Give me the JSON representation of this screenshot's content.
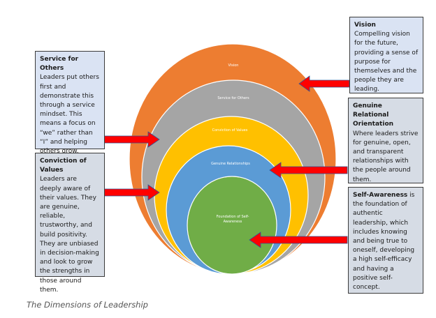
{
  "caption": "The Dimensions of Leadership",
  "colors": {
    "vision": "#ed7d31",
    "service": "#a5a5a5",
    "conviction": "#ffc000",
    "relationships": "#5b9bd5",
    "self_awareness": "#70ad47",
    "arrow": "#ff0000",
    "arrow_outline": "#2f5597"
  },
  "rings": [
    {
      "id": "vision",
      "label": "Vision"
    },
    {
      "id": "service",
      "label": "Service for Others"
    },
    {
      "id": "conviction",
      "label": "Conviction of Values"
    },
    {
      "id": "relationships",
      "label": "Genuine Relationships"
    },
    {
      "id": "self_awareness",
      "label_line1": "Foundation of Self-",
      "label_line2": "Awareness"
    }
  ],
  "boxes": {
    "service": {
      "title": "Service for Others",
      "body": "Leaders put others first and demonstrate this through a service mindset. This means a focus on “we” rather than “I” and helping others grow."
    },
    "conviction": {
      "title": "Conviction of Values",
      "body": "Leaders are deeply aware of their values. They are genuine, reliable, trustworthy, and build positivity. They are unbiased in decision-making and look to grow the strengths in those around them."
    },
    "vision": {
      "title": "Vision",
      "body": "Compelling vision for the future, providing a sense of purpose for themselves and the people they are leading."
    },
    "relational": {
      "title": "Genuine Relational Orientation",
      "body": "Where leaders strive for genuine, open, and transparent relationships with the people around them."
    },
    "self_awareness": {
      "title": "Self-Awareness",
      "body": " is the foundation of authentic leadership, which includes knowing and being true to oneself, developing a high self-efficacy and having a positive self-concept."
    }
  }
}
